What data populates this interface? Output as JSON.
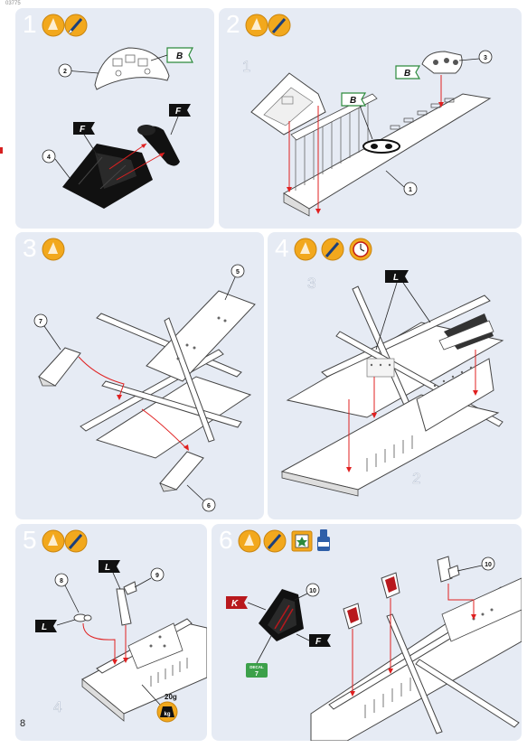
{
  "header": {
    "code": "03775"
  },
  "page": {
    "number": "8"
  },
  "steps": [
    {
      "number": "1",
      "parts": [
        "2",
        "4"
      ],
      "markers": [
        "B",
        "F",
        "F"
      ]
    },
    {
      "number": "2",
      "parts": [
        "1",
        "3",
        "1"
      ],
      "markers": [
        "B",
        "B"
      ]
    },
    {
      "number": "3",
      "parts": [
        "5",
        "7",
        "6"
      ]
    },
    {
      "number": "4",
      "parts": [
        "3",
        "2"
      ],
      "markers": [
        "L"
      ]
    },
    {
      "number": "5",
      "parts": [
        "8",
        "9",
        "4"
      ],
      "markers": [
        "L",
        "L"
      ],
      "weight": "20g",
      "weight_unit": "kg"
    },
    {
      "number": "6",
      "parts": [
        "10",
        "10"
      ],
      "markers": [
        "K",
        "F"
      ],
      "decal": {
        "label": "DECAL",
        "number": "7"
      }
    }
  ],
  "colors": {
    "panel": "#e6ebf4",
    "glue": "#f2a81d",
    "red_arrow": "#e02020",
    "flag_dark": "#111111",
    "flag_red": "#b8181d",
    "decal_green": "#3ca04a",
    "paint_blue": "#2f5fa8"
  }
}
